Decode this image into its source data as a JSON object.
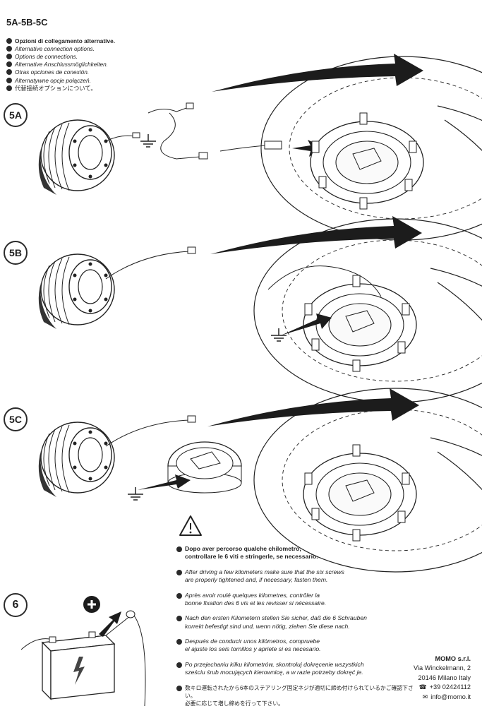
{
  "title": "5A-5B-5C",
  "options": [
    {
      "lang": "it",
      "text": "Opzioni di collegamento alternative."
    },
    {
      "lang": "gb",
      "text": "Alternative connection options."
    },
    {
      "lang": "fr",
      "text": "Options de connections."
    },
    {
      "lang": "de",
      "text": "Alternative Anschlussmöglichkeiten."
    },
    {
      "lang": "es",
      "text": "Otras opciones de conexión."
    },
    {
      "lang": "pl",
      "text": "Alternatywne opcje połączeń."
    },
    {
      "lang": "jp",
      "text": "代替接続オプションについて。"
    }
  ],
  "steps": {
    "a": "5A",
    "b": "5B",
    "c": "5C",
    "six": "6"
  },
  "notes": [
    {
      "lang": "it",
      "text": "Dopo aver percorso qualche chilometro,\ncontrollare le 6 viti e stringerle, se necessario."
    },
    {
      "lang": "gb",
      "text": "After driving a few kilometers make sure that the six screws\nare properly tightened and, if necessary, fasten them."
    },
    {
      "lang": "fr",
      "text": "Après avoir roulé quelques kilometres, contrôler la\nbonne fixation des 6 vis et les revisser si nécessaire."
    },
    {
      "lang": "de",
      "text": "Nach den ersten Kilometern stellen Sie sicher, daß die 6 Schrauben\nkorrekt befestigt sind und, wenn nötig, ziehen Sie diese nach."
    },
    {
      "lang": "es",
      "text": "Después de conducir unos kilómetros, compruebe\nel ajuste los seis tornillos y apriete si es necesario."
    },
    {
      "lang": "pl",
      "text": "Po przejechaniu kilku kilometrów, skontroluj dokręcenie wszystkich\nsześciu śrub mocujących kierownicę, a w razie potrzeby dokręć je."
    },
    {
      "lang": "jp",
      "text": "数キロ運転されたから6本のステアリング固定ネジが適切に締め付けられているかご確認下さい。\n必要に応じて増し締めを行って下さい。"
    }
  ],
  "contact": {
    "company": "MOMO s.r.l.",
    "street": "Via Winckelmann, 2",
    "city": "20146 Milano Italy",
    "phone": "+39 02424112",
    "email": "info@momo.it"
  },
  "icons": {
    "phone": "phone-icon",
    "mail": "mail-icon",
    "warning": "warning-triangle-icon",
    "ground": "ground-symbol-icon",
    "plus": "plus-icon",
    "lightning": "lightning-icon"
  }
}
